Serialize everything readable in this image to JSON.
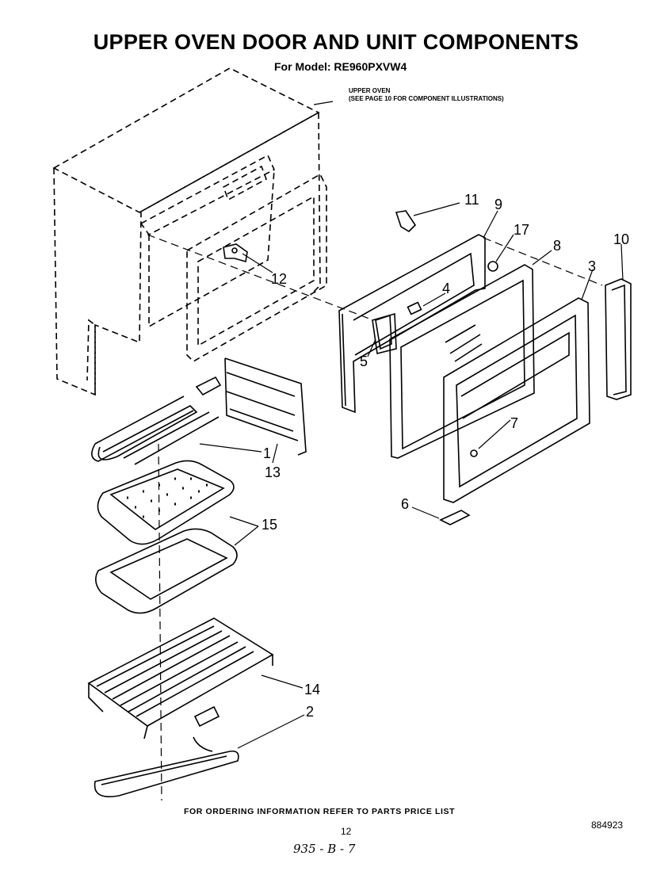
{
  "header": {
    "title": "UPPER OVEN DOOR AND UNIT COMPONENTS",
    "subtitle": "For Model: RE960PXVW4"
  },
  "note": {
    "line1": "UPPER OVEN",
    "line2": "(SEE PAGE 10 FOR COMPONENT ILLUSTRATIONS)"
  },
  "callouts": {
    "c1": "1",
    "c2": "2",
    "c3": "3",
    "c4": "4",
    "c5": "5",
    "c6": "6",
    "c7": "7",
    "c8": "8",
    "c9": "9",
    "c10": "10",
    "c11": "11",
    "c12": "12",
    "c13": "13",
    "c14": "14",
    "c15": "15",
    "c17": "17"
  },
  "footer": {
    "ordering_info": "FOR ORDERING INFORMATION REFER TO PARTS PRICE LIST",
    "page_number": "12",
    "document_number": "884923",
    "handwritten_note": "935 - B - 7"
  }
}
